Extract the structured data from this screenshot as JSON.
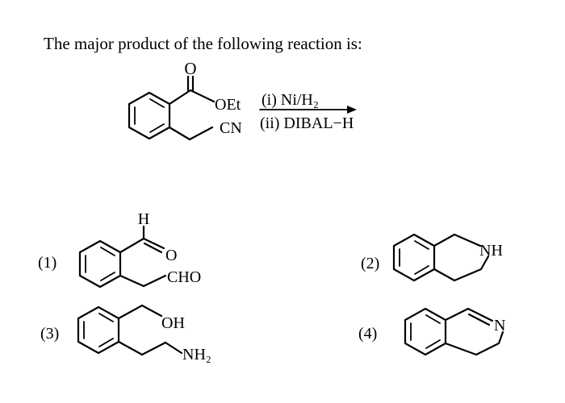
{
  "question": "The major product of the following reaction is:",
  "reaction": {
    "carbonyl_o": "O",
    "ester_group": "OEt",
    "nitrile_group": "CN",
    "reagent_1": "(i) Ni/H₂",
    "reagent_2": "(ii) DIBAL−H"
  },
  "options": [
    {
      "label": "(1)",
      "groups": {
        "aldehyde_h": "H",
        "aldehyde_o": "O",
        "cho": "CHO"
      }
    },
    {
      "label": "(2)",
      "groups": {
        "nh": "NH"
      }
    },
    {
      "label": "(3)",
      "groups": {
        "oh": "OH",
        "nh2": "NH₂"
      }
    },
    {
      "label": "(4)",
      "groups": {
        "n": "N"
      }
    }
  ]
}
